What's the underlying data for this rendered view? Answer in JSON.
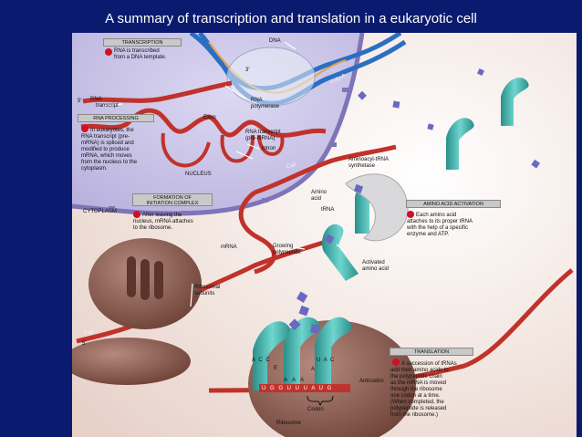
{
  "title": "A summary of transcription and translation in a eukaryotic cell",
  "headers": {
    "transcription": "TRANSCRIPTION",
    "rna_processing": "RNA PROCESSING",
    "initiation_1": "FORMATION OF",
    "initiation_2": "INITIATION COMPLEX",
    "amino_acid_activation": "AMINO ACID ACTIVATION",
    "translation": "TRANSLATION"
  },
  "steps": {
    "transcription": [
      "RNA is transcribed",
      "from a DNA template."
    ],
    "rna_processing": [
      "In eukaryotes, the",
      "RNA transcript (pre-",
      "mRNA) is spliced and",
      "modified to produce",
      "mRNA, which moves",
      "from the nucleus to the",
      "cytoplasm."
    ],
    "initiation": [
      "After leaving the",
      "nucleus, mRNA attaches",
      "to the ribosome."
    ],
    "amino_acid_activation": [
      "Each amino acid",
      "attaches to its proper tRNA",
      "with the help of a specific",
      "enzyme and ATP."
    ],
    "translation": [
      "A succession of tRNAs",
      "add their amino acids to",
      "the polypeptide chain",
      "as the mRNA is moved",
      "through the ribosome",
      "one codon at a time.",
      "(When completed, the",
      "polypeptide is released",
      "from the ribosome.)"
    ]
  },
  "labels": {
    "dna": "DNA",
    "three_prime": "3'",
    "five_prime_top": "5'",
    "five_prime_bottom": "5'",
    "rna_transcript_1": "RNA",
    "rna_transcript_2": "transcript",
    "rna_polymerase_1": "RNA",
    "rna_polymerase_2": "polymerase",
    "exon": "Exon",
    "pre_mrna_1": "RNA transcript",
    "pre_mrna_2": "(pre-mRNA)",
    "intron": "Intron",
    "nucleus": "NUCLEUS",
    "synthetase_1": "Aminoacyl-tRNA",
    "synthetase_2": "synthetase",
    "amino_acid_1": "Amino",
    "amino_acid_2": "acid",
    "trna": "tRNA",
    "cytoplasm": "CYTOPLASM",
    "mrna": "mRNA",
    "growing_1": "Growing",
    "growing_2": "polypeptide",
    "activated_1": "Activated",
    "activated_2": "amino acid",
    "ribosomal_1": "Ribosomal",
    "ribosomal_2": "subunits",
    "anticodon": "Anticodon",
    "codon": "Codon",
    "ribosome": "Ribosome",
    "site_e": "E",
    "site_a": "A",
    "poly_a_top": "Poly-A",
    "poly_a_mid": "Poly-A",
    "poly_a_right": "Poly-A",
    "cap_top": "Cap",
    "cap_bottom": "Cap",
    "codon_bases": "U G G U U U A U G",
    "anticodon_bases": "A A A",
    "trna1_bases": "A C C",
    "trna3_bases": "U A C"
  },
  "colors": {
    "background": "#0a1a6e",
    "nucleus": "#c9c3e6",
    "cytoplasm": "#f3e6e0",
    "strand": "#c0322a",
    "ribosome": "#8a5a4e",
    "trna": "#3fb5ad",
    "step_dot": "#d0102a"
  }
}
